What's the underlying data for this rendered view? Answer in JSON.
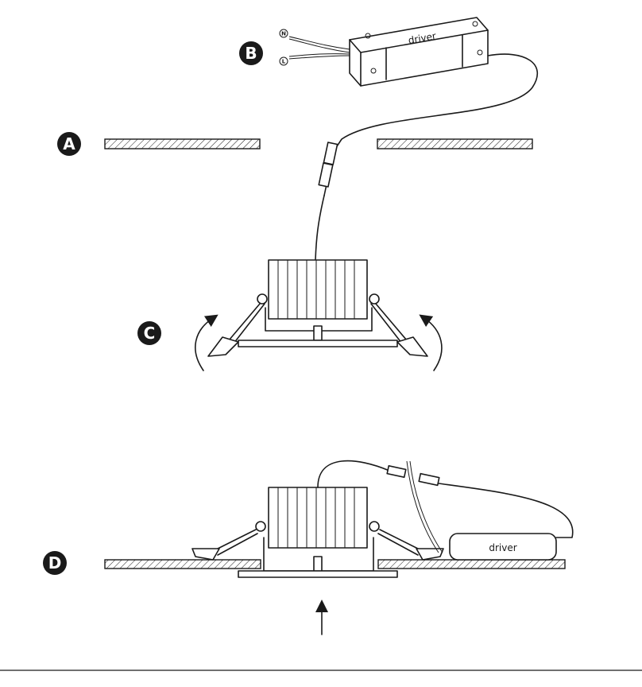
{
  "steps": {
    "a": "A",
    "b": "B",
    "c": "C",
    "d": "D"
  },
  "driver_label_top": "driver",
  "driver_label_bottom": "driver",
  "wire_labels": {
    "neutral": "N",
    "live": "L"
  },
  "colors": {
    "line": "#1a1a1a",
    "badge": "#1a1a1a",
    "background": "#ffffff"
  }
}
